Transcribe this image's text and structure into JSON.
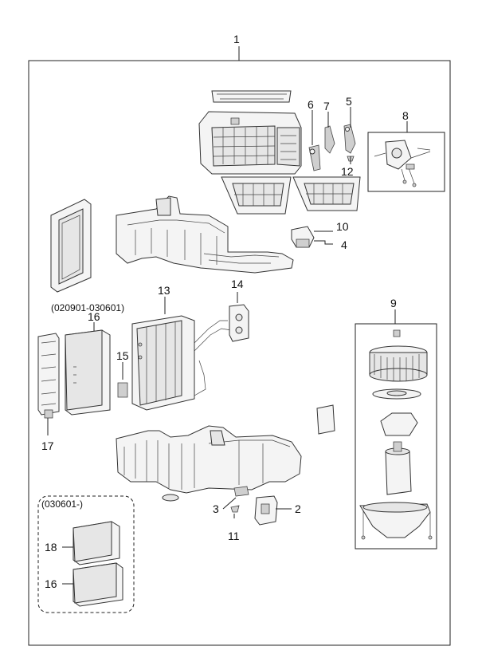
{
  "callouts": {
    "c1": "1",
    "c2": "2",
    "c3": "3",
    "c4": "4",
    "c5": "5",
    "c6": "6",
    "c7": "7",
    "c8": "8",
    "c9": "9",
    "c10": "10",
    "c11": "11",
    "c12": "12",
    "c13": "13",
    "c14": "14",
    "c15": "15",
    "c16a": "16",
    "c16b": "16",
    "c17": "17",
    "c18": "18"
  },
  "date_labels": {
    "range": "(020901-030601)",
    "from": "(030601-)"
  }
}
